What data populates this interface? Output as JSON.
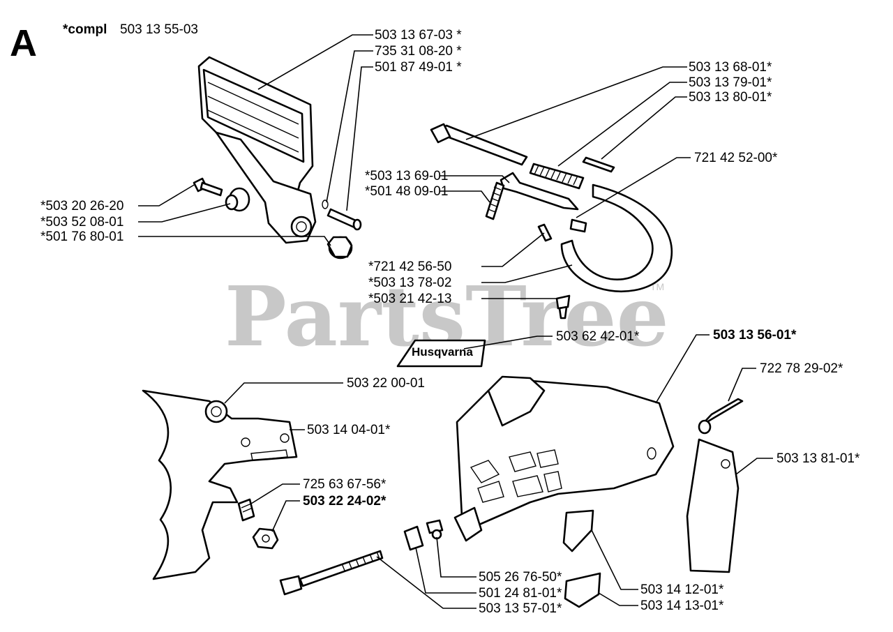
{
  "section_letter": "A",
  "assembly": {
    "prefix": "*compl",
    "number": "503 13 55-03"
  },
  "watermark": {
    "text": "PartsTree",
    "tm": "TM"
  },
  "brand_plate": "Husqvarna",
  "labels": {
    "l01": "503 13 67-03 *",
    "l02": "735 31 08-20 *",
    "l03": "501 87 49-01 *",
    "l04": "503 13 68-01*",
    "l05": "503 13 79-01*",
    "l06": "503 13 80-01*",
    "l07": "*503 13 69-01",
    "l08": "*501 48 09-01",
    "l09": "721 42 52-00*",
    "l10": "*503 20 26-20",
    "l11": "*503 52 08-01",
    "l12": "*501 76 80-01",
    "l13": "*721 42 56-50",
    "l14": "*503 13 78-02",
    "l15": "*503 21 42-13",
    "l16": "503 62 42-01*",
    "l17": "503 13 56-01*",
    "l18": "722 78 29-02*",
    "l19": "503 22 00-01",
    "l20": "503 14 04-01*",
    "l21": "503 13 81-01*",
    "l22": "725 63 67-56*",
    "l23": "503 22 24-02*",
    "l24": "505 26 76-50*",
    "l25": "503 14 12-01*",
    "l26": "501 24 81-01*",
    "l27": "503 14 13-01*",
    "l28": "503 13 57-01*"
  }
}
